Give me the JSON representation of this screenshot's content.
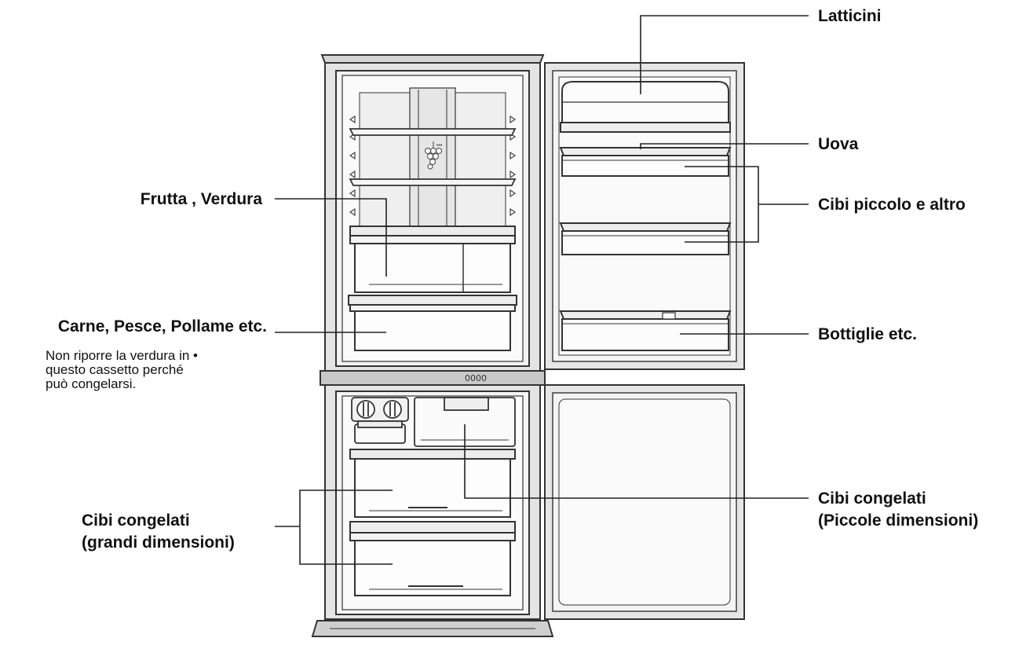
{
  "labels": {
    "latticini": "Latticini",
    "uova": "Uova",
    "cibi_piccolo": "Cibi piccolo e altro",
    "bottiglie": "Bottiglie etc.",
    "frutta_verdura": "Frutta , Verdura",
    "carne_pesce": "Carne, Pesce, Pollame etc.",
    "carne_note": [
      "Non riporre la verdura in •",
      "questo cassetto perché",
      "può congelarsi."
    ],
    "cibi_congelati_grandi": [
      "Cibi congelati",
      "(grandi dimensioni)"
    ],
    "cibi_congelati_piccole": [
      "Cibi congelati",
      "(Piccole dimensioni)"
    ]
  },
  "control_panel_marks": "0000"
}
